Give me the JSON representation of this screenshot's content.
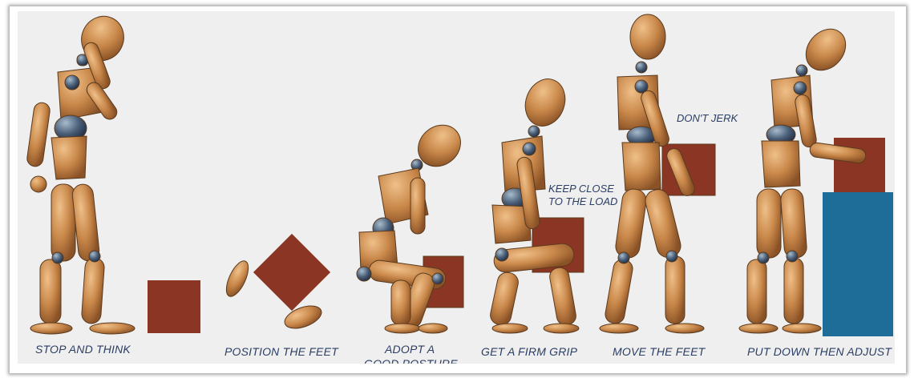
{
  "steps": [
    {
      "label": "STOP AND THINK"
    },
    {
      "label": "POSITION THE FEET"
    },
    {
      "label": "ADOPT A",
      "label2": "GOOD POSTURE"
    },
    {
      "label": "GET A FIRM GRIP"
    },
    {
      "label": "MOVE THE FEET"
    },
    {
      "label": "PUT DOWN THEN ADJUST"
    }
  ],
  "notes": {
    "keep_close": [
      "KEEP CLOSE",
      "TO THE LOAD"
    ],
    "dont_jerk": "DON'T JERK"
  },
  "colors": {
    "background": "#efefef",
    "box": "#8b3524",
    "table": "#1d6d98",
    "text": "#2b3e63",
    "wood": "#c98a4c",
    "joint": "#4a5f78"
  }
}
